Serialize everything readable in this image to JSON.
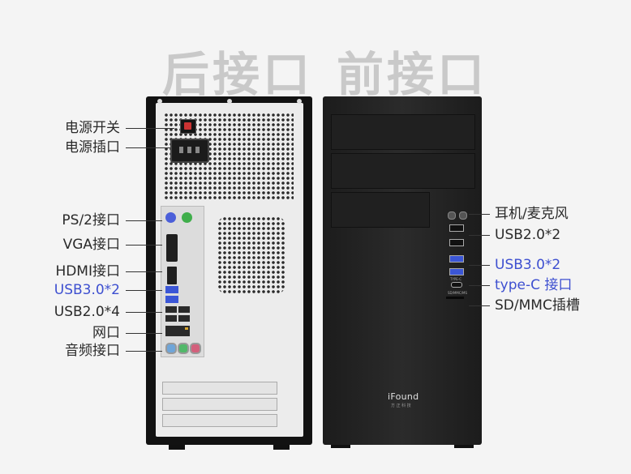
{
  "headings": {
    "rear": "后接口",
    "front": "前接口"
  },
  "rear_labels": [
    {
      "text": "电源开关",
      "color": "#2a2a2a"
    },
    {
      "text": "电源插口",
      "color": "#2a2a2a"
    },
    {
      "text": "PS/2接口",
      "color": "#2a2a2a"
    },
    {
      "text": "VGA接口",
      "color": "#2a2a2a"
    },
    {
      "text": "HDMI接口",
      "color": "#2a2a2a"
    },
    {
      "text": "USB3.0*2",
      "color": "#3d4fd0"
    },
    {
      "text": "USB2.0*4",
      "color": "#2a2a2a"
    },
    {
      "text": "网口",
      "color": "#2a2a2a"
    },
    {
      "text": "音频接口",
      "color": "#2a2a2a"
    }
  ],
  "front_labels": [
    {
      "text": "耳机/麦克风",
      "color": "#2a2a2a"
    },
    {
      "text": "USB2.0*2",
      "color": "#2a2a2a"
    },
    {
      "text": "USB3.0*2",
      "color": "#3d4fd0"
    },
    {
      "text": "type-C 接口",
      "color": "#3d4fd0"
    },
    {
      "text": "SD/MMC插槽",
      "color": "#2a2a2a"
    }
  ],
  "brand": {
    "name": "iFound",
    "sub": "方 正 科 技"
  },
  "front_port_text": {
    "typec": "TYPE-C",
    "sdmmc": "SD/MMC/MS"
  },
  "colors": {
    "accent_blue": "#3d4fd0",
    "heading_gray": "#c9c9c9"
  }
}
